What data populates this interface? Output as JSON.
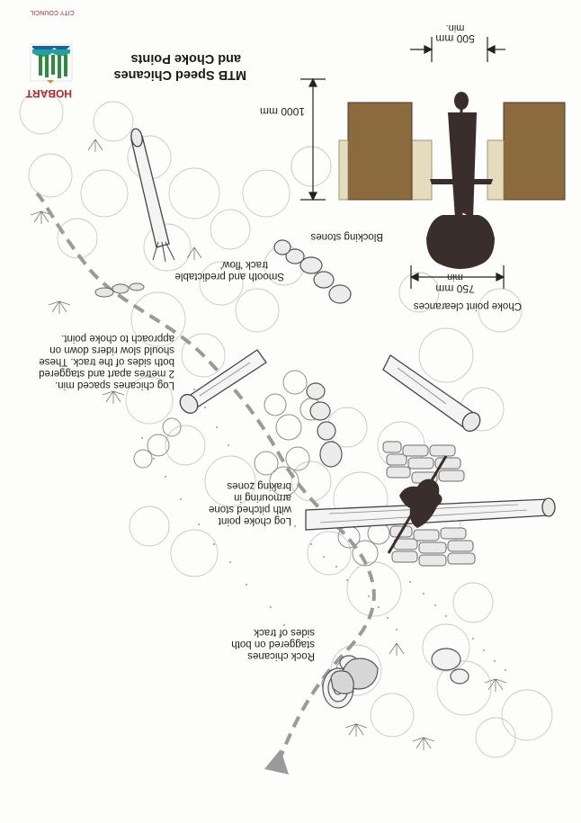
{
  "logo": {
    "line1": "HOBART",
    "line2": "CITY COUNCIL",
    "colors": {
      "green": "#2f8c3a",
      "blue": "#1f5fa8",
      "red": "#b3262c",
      "orange": "#e58a2a",
      "teal": "#1fa29a"
    }
  },
  "title": {
    "line1": "MTB Speed Chicanes",
    "line2": "and Choke Points"
  },
  "clearance_diagram": {
    "label_line1": "Choke point clearances",
    "width_top": "500 mm",
    "width_top_suffix": "min.",
    "width_bottom": "750 mm",
    "width_bottom_suffix": "min",
    "height": "1000 mm"
  },
  "annotations": {
    "blocking_stones": "Blocking stones",
    "smooth_line1": "Smooth and predictable",
    "smooth_line2": "track 'flow'",
    "log_chicanes": [
      "Log chicanes spaced min.",
      "2 metres apart and staggered",
      "both sides of the track. These",
      "should slow riders down on",
      "approach to choke point."
    ],
    "log_choke": [
      "Log choke point",
      "with pitched stone",
      "armouring in",
      "braking zones"
    ],
    "rock_chicanes": [
      "Rock chicanes",
      "staggered on both",
      "sides of track"
    ]
  },
  "colors": {
    "post_brown": "#8b6a3e",
    "post_cream": "#e4dcbc",
    "rider_dark": "#3a2e2c",
    "track_dash": "#9a9a9a"
  }
}
